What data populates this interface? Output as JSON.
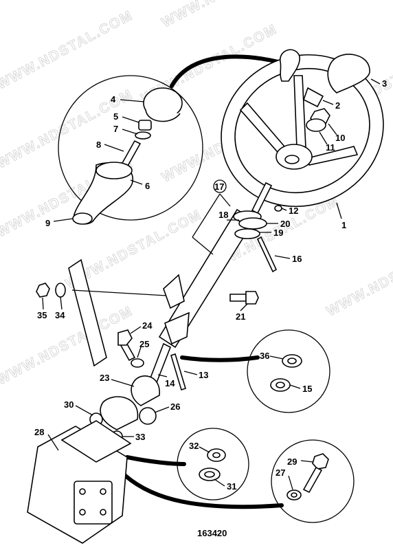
{
  "diagram": {
    "reference_number": "163420",
    "watermark": "WWW.NDSTAL.COM",
    "callouts": [
      "1",
      "2",
      "3",
      "4",
      "5",
      "6",
      "7",
      "8",
      "9",
      "10",
      "11",
      "12",
      "13",
      "14",
      "15",
      "16",
      "17",
      "18",
      "19",
      "20",
      "21",
      "23",
      "24",
      "25",
      "26",
      "27",
      "28",
      "29",
      "30",
      "31",
      "32",
      "33",
      "34",
      "35",
      "36"
    ]
  }
}
